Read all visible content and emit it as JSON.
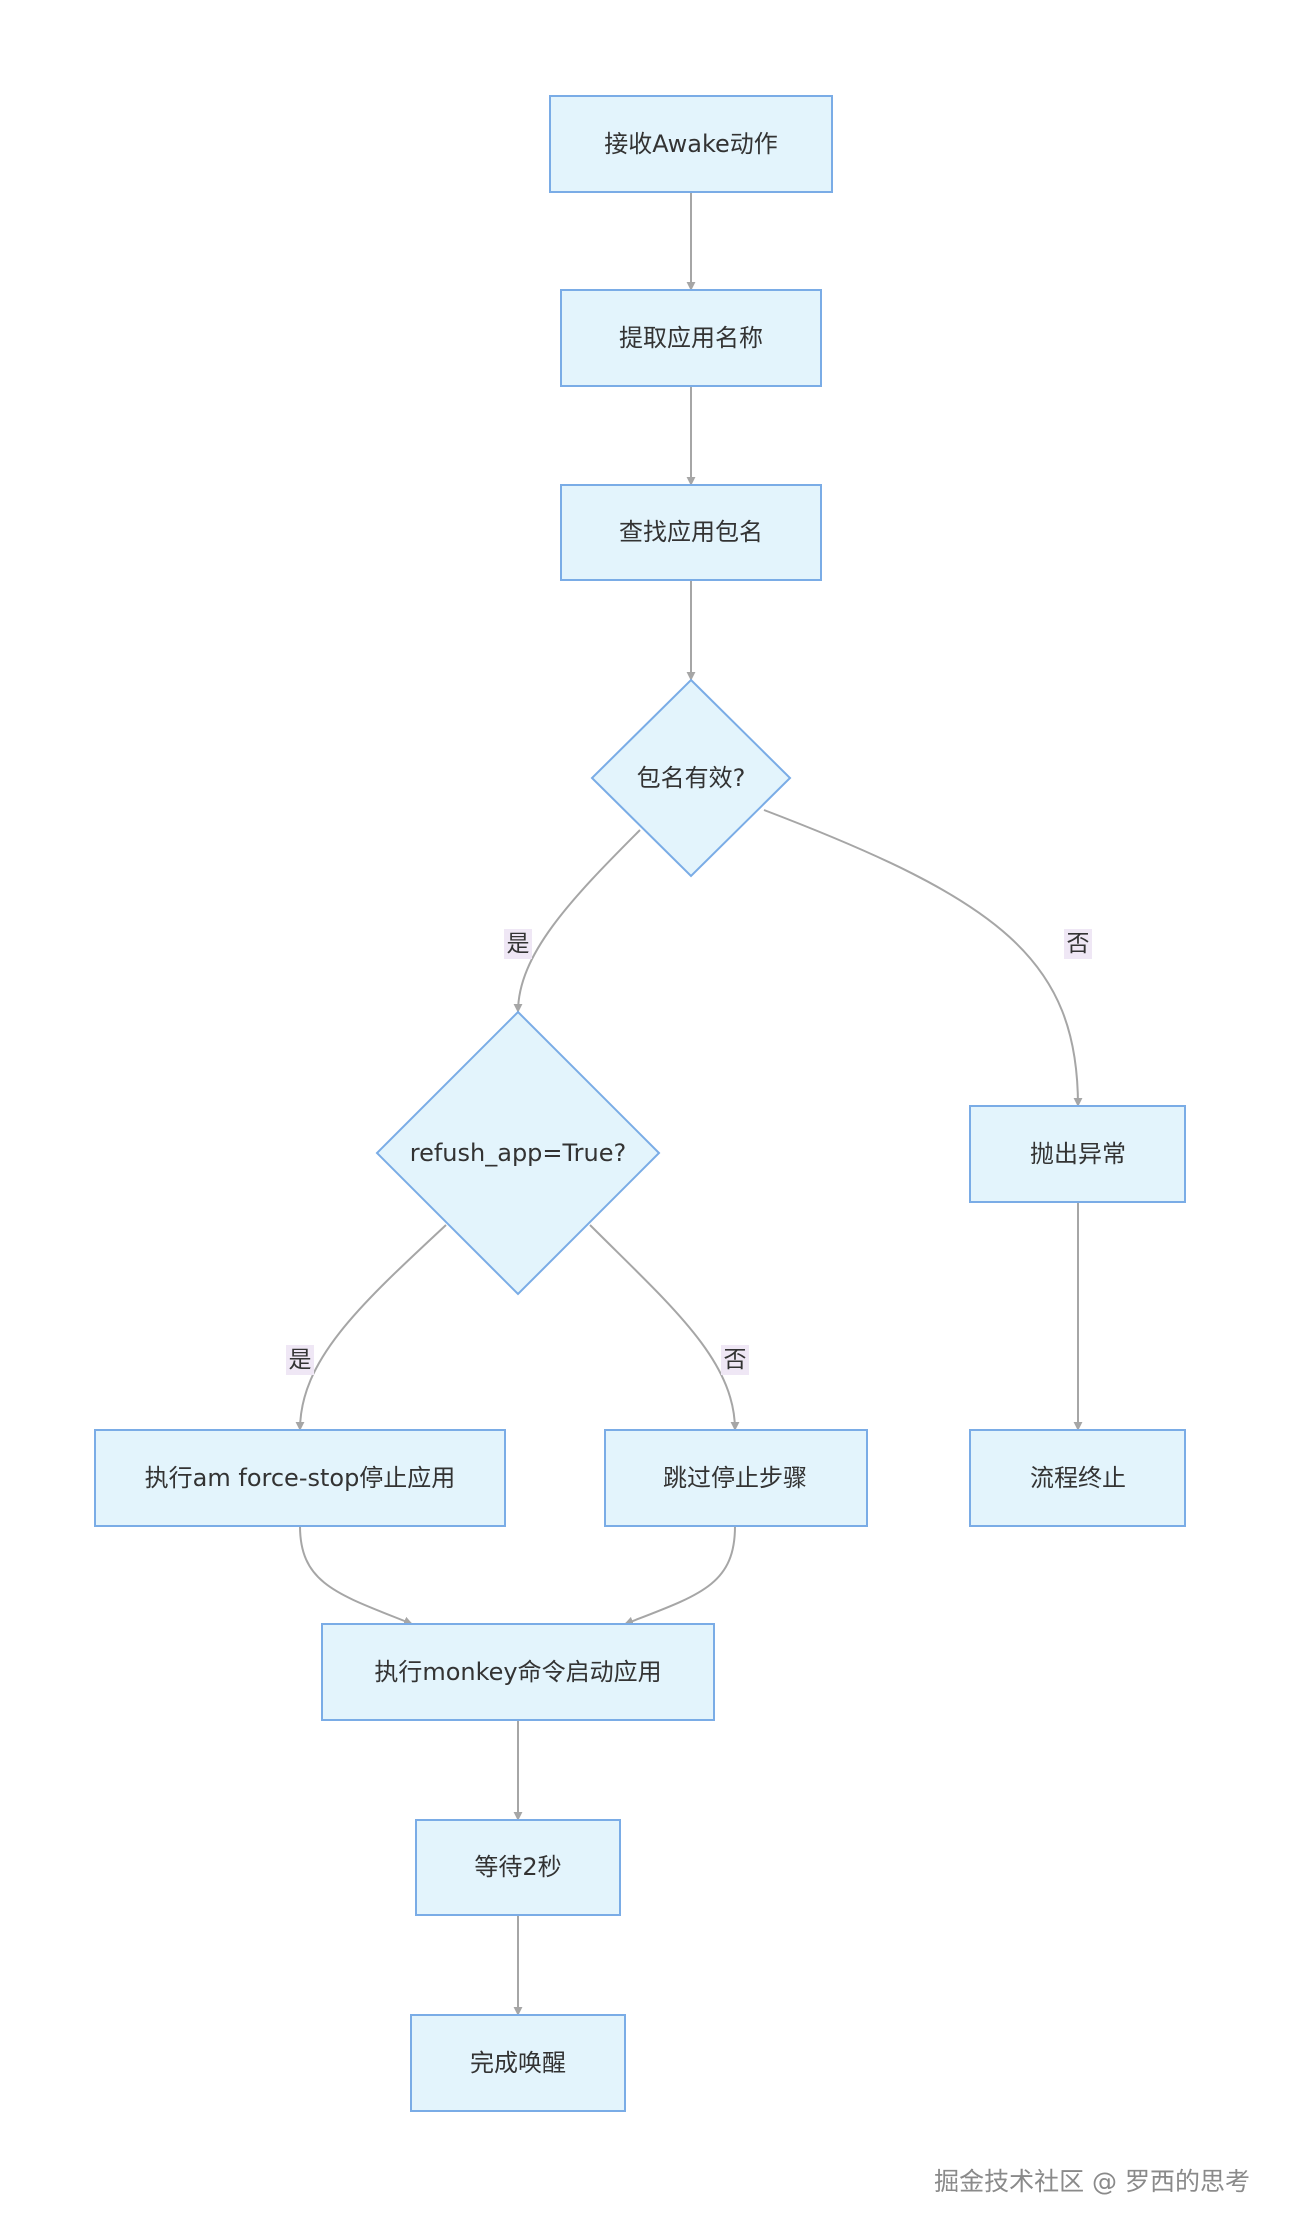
{
  "nodes": {
    "receive_awake": "接收Awake动作",
    "extract_app_name": "提取应用名称",
    "find_package": "查找应用包名",
    "package_valid": "包名有效?",
    "refresh_check": "refush_app=True?",
    "throw_exception": "抛出异常",
    "force_stop": "执行am force-stop停止应用",
    "skip_stop": "跳过停止步骤",
    "end_process": "流程终止",
    "monkey_launch": "执行monkey命令启动应用",
    "wait_2s": "等待2秒",
    "wake_complete": "完成唤醒"
  },
  "edge_labels": {
    "valid_yes": "是",
    "valid_no": "否",
    "refresh_yes": "是",
    "refresh_no": "否"
  },
  "colors": {
    "node_fill": "#e3f4fc",
    "node_stroke": "#7aace6",
    "edge": "#a6a6a6",
    "label_bg": "#efe7f5"
  },
  "watermark": "掘金技术社区 @ 罗西的思考"
}
